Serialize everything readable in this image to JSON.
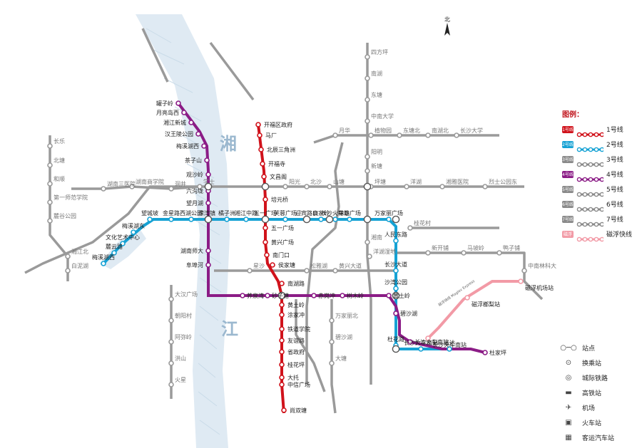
{
  "rivers": {
    "xiang": "湘",
    "jiang": "江"
  },
  "north_label": "北",
  "legend": {
    "title": "图例：",
    "lines": [
      {
        "badge": "1号线",
        "name": "1号线",
        "color": "#d0121b"
      },
      {
        "badge": "2号线",
        "name": "2号线",
        "color": "#16a2d4"
      },
      {
        "badge": "3号线",
        "name": "3号线",
        "color": "#8a8a8a"
      },
      {
        "badge": "4号线",
        "name": "4号线",
        "color": "#8b1c86"
      },
      {
        "badge": "5号线",
        "name": "5号线",
        "color": "#8a8a8a"
      },
      {
        "badge": "6号线",
        "name": "6号线",
        "color": "#8a8a8a"
      },
      {
        "badge": "7号线",
        "name": "7号线",
        "color": "#8a8a8a"
      },
      {
        "badge": "磁浮",
        "name": "磁浮快线",
        "color": "#f29aa6"
      }
    ]
  },
  "symbols": [
    {
      "icon": "station-icon",
      "name": "站点"
    },
    {
      "icon": "interchange-icon",
      "name": "换乘站"
    },
    {
      "icon": "intercity-rail-icon",
      "name": "城际铁路"
    },
    {
      "icon": "high-speed-rail-icon",
      "name": "高铁站"
    },
    {
      "icon": "airport-icon",
      "name": "机场"
    },
    {
      "icon": "train-station-icon",
      "name": "火车站"
    },
    {
      "icon": "bus-station-icon",
      "name": "客运汽车站"
    }
  ],
  "maglev_label": "磁浮快线 Maglev Express",
  "labels": {
    "l1": [
      "开福区政府",
      "马厂",
      "北辰三角洲",
      "开福寺",
      "文昌阁",
      "培元桥",
      "五一广场",
      "黄兴广场",
      "南门口",
      "侯家塘",
      "南湖路",
      "黄土岭",
      "涂家冲",
      "铁道学院",
      "友谊路",
      "省政府",
      "桂花坪",
      "大托",
      "中信广场",
      "尚双塘"
    ],
    "l2": [
      "梅溪湖西",
      "麓云路",
      "文化艺术中心",
      "梅溪湖东",
      "望城坡",
      "金星路",
      "西湖公园",
      "溁湾镇",
      "橘子洲",
      "湘江中路",
      "五一广场",
      "芙蓉广场",
      "迎宾路口",
      "袁家岭",
      "长沙火车站",
      "锦泰广场",
      "万家丽广场",
      "人民东路",
      "长沙大道",
      "沙湾公园",
      "杜花路",
      "长沙火车南站",
      "光达"
    ],
    "l4": [
      "罐子岭",
      "月亮岛西",
      "湘江新城",
      "汉王陵公园",
      "梅溪湖西",
      "茶子山",
      "观沙岭",
      "六沟垅",
      "望月湖",
      "湖南师大",
      "阜埠河",
      "荞泉湾",
      "砂子塘",
      "赤岗冲",
      "树木岭",
      "黄土岭",
      "碧沙湖",
      "长沙火车南站",
      "杜家坪"
    ],
    "maglev": [
      "长沙火车南站",
      "磁浮榔梨站",
      "磁浮机场站"
    ],
    "grey": [
      "长乐",
      "北塘",
      "和顺",
      "第一师范学院",
      "麓谷公园",
      "湘江北",
      "白泥湖",
      "湖南三医院",
      "湖南商学院",
      "洞井",
      "学士",
      "阳光",
      "北沙",
      "山塘",
      "坪塘",
      "洋湖",
      "湘雅医院",
      "烈士公园东",
      "四方坪",
      "南湖",
      "东塘",
      "中南大学",
      "阳明",
      "新塘",
      "湘南",
      "洋湖湿地",
      "月华",
      "植物园",
      "东塘北",
      "南湖北",
      "长沙大学",
      "新开铺",
      "马坡岭",
      "鸭子铺",
      "中南林科大",
      "大汉广场",
      "朝阳村",
      "阿弥岭",
      "洪山",
      "火星",
      "星沙",
      "松雅湖",
      "黄兴大道",
      "万家丽北",
      "碧沙湖",
      "大塘",
      "桂花村"
    ]
  }
}
